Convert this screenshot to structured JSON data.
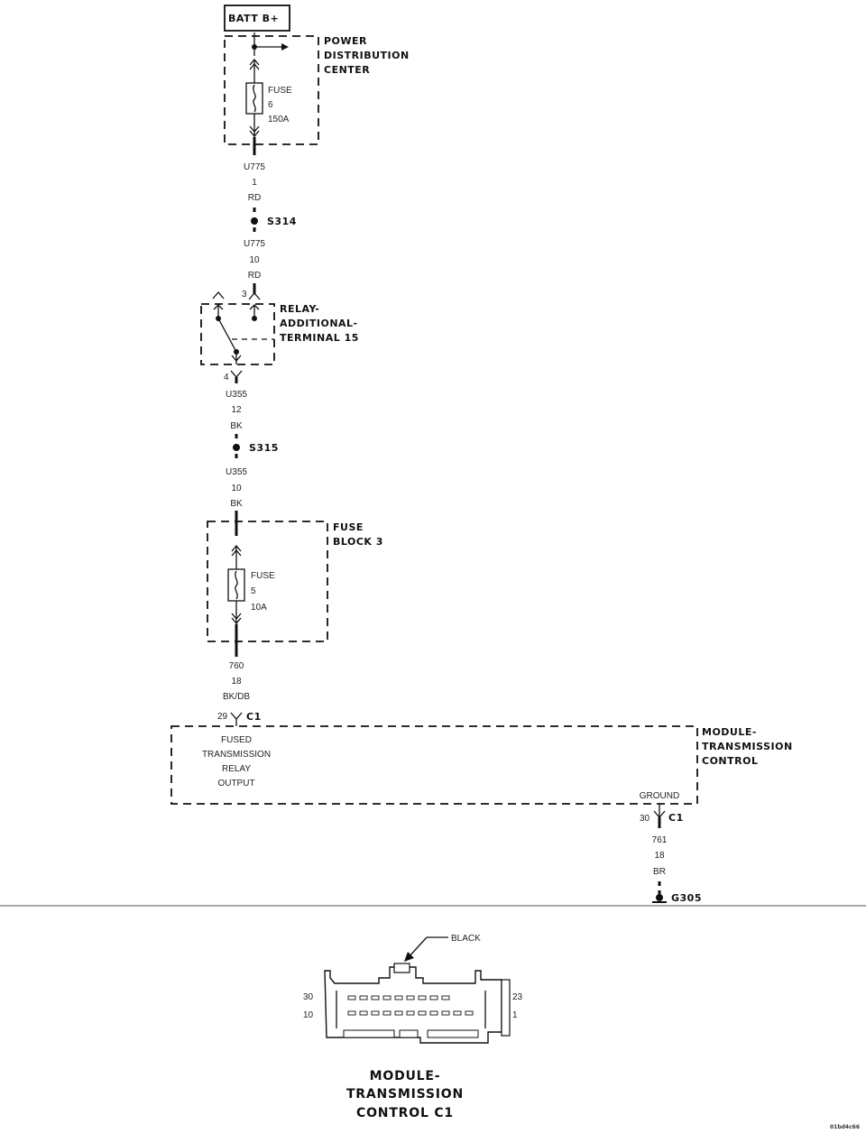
{
  "battery": {
    "label": "BATT B+"
  },
  "pdc": {
    "line1": "POWER",
    "line2": "DISTRIBUTION",
    "line3": "CENTER",
    "fuse_label": "FUSE",
    "fuse_num": "6",
    "fuse_rating": "150A"
  },
  "wire1": {
    "circuit": "U775",
    "gauge": "1",
    "color": "RD"
  },
  "splice1": {
    "label": "S314"
  },
  "wire2": {
    "circuit": "U775",
    "gauge": "10",
    "color": "RD"
  },
  "relay": {
    "line1": "RELAY-",
    "line2": "ADDITIONAL-",
    "line3": "TERMINAL 15",
    "pin_in": "3",
    "pin_out": "4"
  },
  "wire3": {
    "circuit": "U355",
    "gauge": "12",
    "color": "BK"
  },
  "splice2": {
    "label": "S315"
  },
  "wire4": {
    "circuit": "U355",
    "gauge": "10",
    "color": "BK"
  },
  "fuseblock": {
    "line1": "FUSE",
    "line2": "BLOCK 3",
    "fuse_label": "FUSE",
    "fuse_num": "5",
    "fuse_rating": "10A"
  },
  "wire5": {
    "circuit": "760",
    "gauge": "18",
    "color": "BK/DB"
  },
  "tcm": {
    "line1": "MODULE-",
    "line2": "TRANSMISSION",
    "line3": "CONTROL",
    "pin_in": "29",
    "conn_in": "C1",
    "fn1": "FUSED",
    "fn2": "TRANSMISSION",
    "fn3": "RELAY",
    "fn4": "OUTPUT",
    "ground_label": "GROUND",
    "pin_gnd": "30",
    "conn_gnd": "C1"
  },
  "wire6": {
    "circuit": "761",
    "gauge": "18",
    "color": "BR"
  },
  "ground": {
    "label": "G305"
  },
  "connector": {
    "color_label": "BLACK",
    "pin_tl": "30",
    "pin_bl": "10",
    "pin_tr": "23",
    "pin_br": "1",
    "title1": "MODULE-",
    "title2": "TRANSMISSION",
    "title3": "CONTROL C1"
  },
  "figure_id": "01bd4c66"
}
